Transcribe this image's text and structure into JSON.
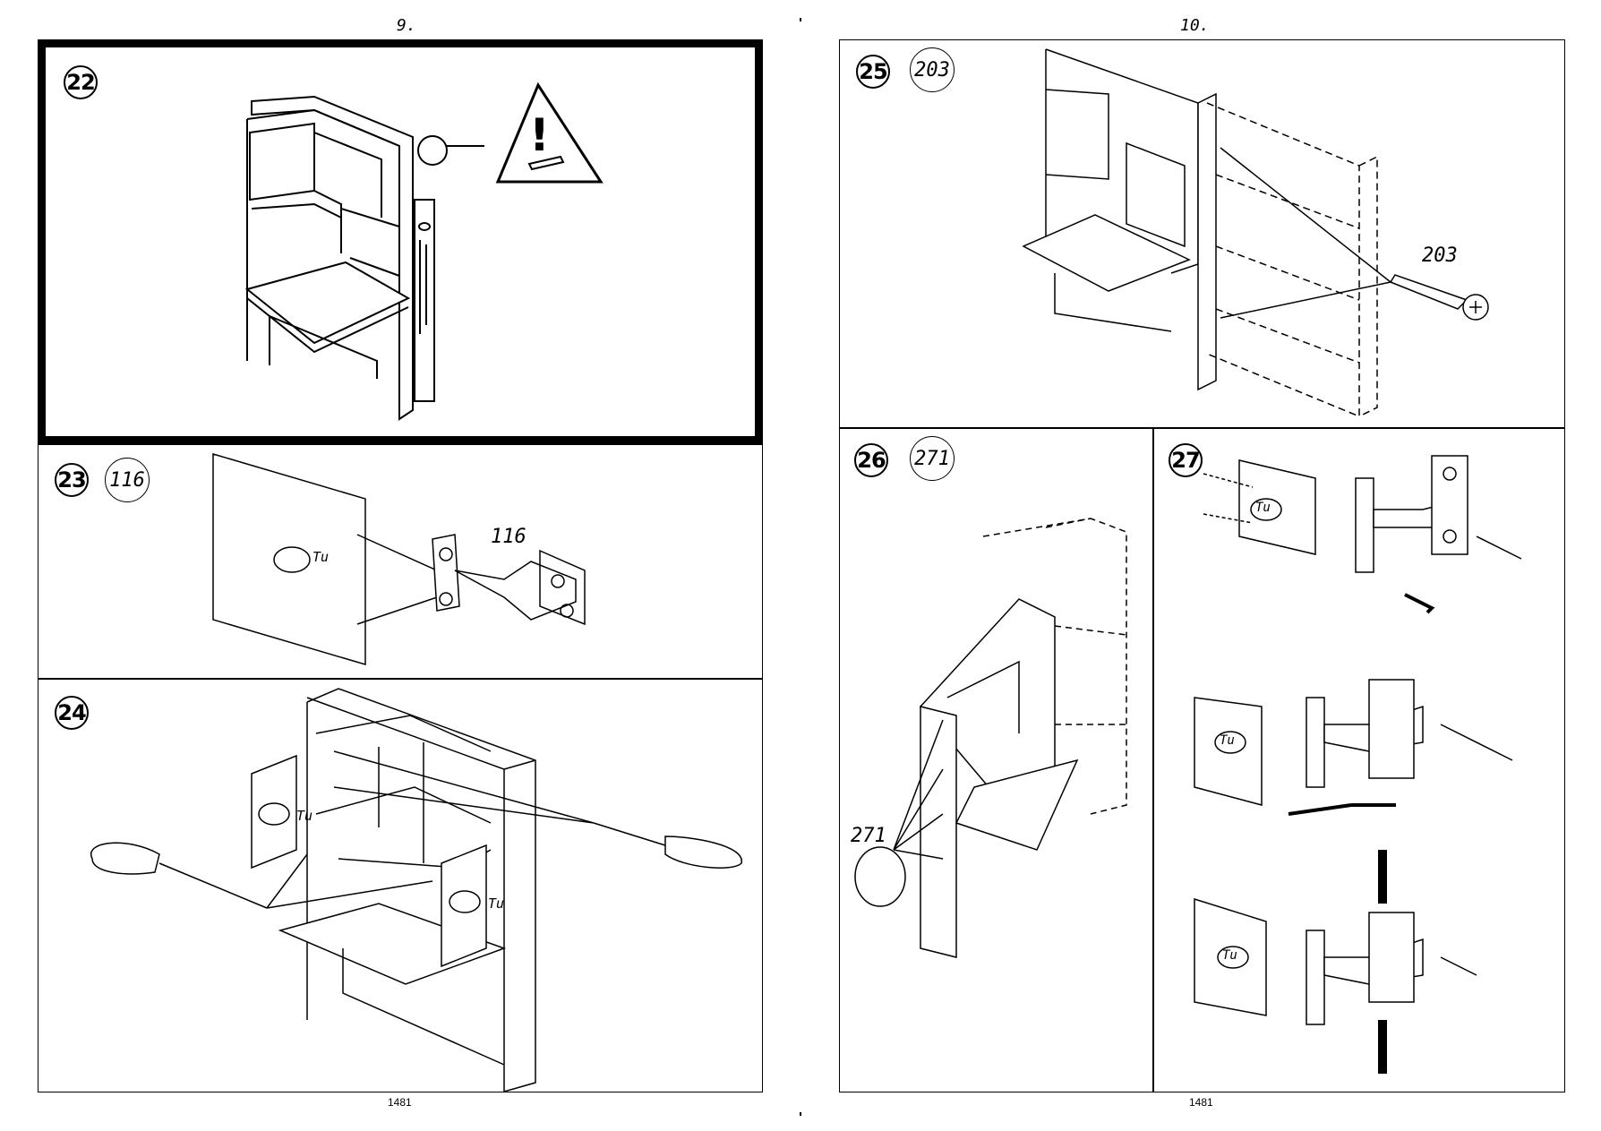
{
  "pages": {
    "left_number": "9.",
    "right_number": "10.",
    "left_footer": "1481",
    "right_footer": "1481"
  },
  "steps": {
    "s22": {
      "number": "22"
    },
    "s23": {
      "number": "23",
      "part": "116",
      "part_label": "116",
      "door_label": "Tu"
    },
    "s24": {
      "number": "24",
      "door_label_1": "Tu",
      "door_label_2": "Tu"
    },
    "s25": {
      "number": "25",
      "part": "203",
      "part_label": "203"
    },
    "s26": {
      "number": "26",
      "part": "271",
      "part_label": "271"
    },
    "s27": {
      "number": "27",
      "door_label_1": "Tu",
      "door_label_2": "Tu",
      "door_label_3": "Tu"
    }
  },
  "icons": {
    "warning": "warning-triangle-icon",
    "screw": "screw-icon",
    "hinge": "hinge-icon",
    "screwdriver": "screwdriver-icon",
    "level": "spirit-level-icon"
  }
}
